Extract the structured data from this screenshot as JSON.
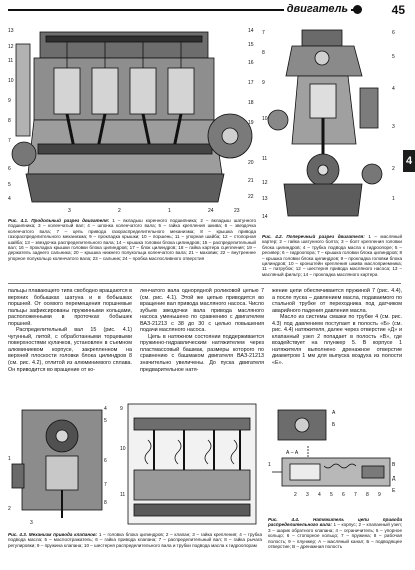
{
  "header": {
    "section": "двигатель",
    "page_number": "45",
    "chapter_tab": "4"
  },
  "fig_4_1": {
    "label": "Рис. 4.1. Продольный разрез двигателя:",
    "text": "1 – вкладыш коренного подшипника; 2 – вкладыш шатунного подшипника; 3 – коленчатый вал; 4 – шпонка коленчатого вала; 5 – гайка крепления шкива; 6 – звездочка коленчатого вала; 7 – цепь привода газораспределительного механизма; 8 – крышка привода газораспределительного механизма; 9 – прокладка крышки; 10 – поршень; 11 – упорная шайба; 12 – стопорная шайба; 13 – звездочка распределительного вала; 14 – крышка головки блока цилиндров; 15 – распределительный вал; 16 – прокладка крышки головки блока цилиндров; 17 – блок цилиндров; 18 – гайка картера сцепления; 19 – держатель заднего сальника; 20 – крышка нижнего полукольца коленчатого вала; 21 – маховик; 22 – внутреннее упорное полукольцо коленчатого вала; 23 – сальник; 24 – пробка маслосливного отверстия"
  },
  "fig_4_2": {
    "label": "Рис. 4.2. Поперечный разрез двигателя:",
    "text": "1 – масляный картер; 2 – гайка шатунного болта; 3 – болт крепления головки блока цилиндров; 4 – трубка подвода масла к гидроопоре; 5 – ресивер; 6 – гидроопора; 7 – крышка головки блока цилиндров; 8 – крышка головки блока цилиндров; 9 – прокладка головки блока цилиндров; 10 – кронштейн крепления шкива маслоприемника; 11 – патрубок; 12 – шестерня привода масляного насоса; 13 – масляный фильтр; 14 – прокладка масляного картера"
  },
  "fig_4_3": {
    "label": "Рис. 4.3. Механизм привода клапанов:",
    "text": "1 – головка блока цилиндров; 2 – клапан; 3 – гайка крепления; 4 – трубка подвода масла; 5 – маслоотражатель; 6 – гайка привода клапана; 7 – распределительный вал; 8 – гайка рычага регулировки; 9 – пружина клапана; 10 – шестерня распределительного вала и трубки подвода масла к гидроопорам"
  },
  "fig_4_4": {
    "label": "Рис. 4.4. Натяжитель цепи привода распределительного вала:",
    "text": "1 – корпус; 2 – клапанный узел; 3 – шарик обратного клапана; 4 – ограничитель; 5 – упорное кольцо; 6 – стопорное кольцо; 7 – пружина; 8 – рабочая полость; 9 – плунжер; А – масляный канал; Б – подводящее отверстие; В – дренажная полость"
  },
  "body": {
    "col1": [
      "пальцы плавающего типа свободно вращаются в верхних бобышках шатуна и в бобышках поршней. От осевого перемещения поршневые пальцы зафиксированы пружинными кольцами, расположенными в проточках бобышек поршней.",
      "Распределительный вал 15 (рис. 4.1) чугунный, литой, с обработанными торцевыми поверхностями кулачков, установлен в съемном алюминиевом корпусе, закрепленном на верхней плоскости головки блока цилиндров 8 (см. рис. 4.2), отлитой из алюминиевого сплава. Он приводится во вращение от ко-"
    ],
    "col2": [
      "ленчатого вала однорядной роликовой цепью 7 (см. рис. 4.1). Этой же цепью приводится во вращение вал привода масляного насоса. Число зубьев звездочки вала привода масляного насоса уменьшено по сравнению с двигателем ВАЗ-21213 с 38 до 30 с целью повышения подачи масляного насоса.",
      "Цепь в натяжном состоянии поддерживается пружинно-гидравлическим натяжителем через пластмассовый башмак, размеры которого по сравнению с башмаком двигателя ВАЗ-21213 значительно увеличены. До пуска двигателя предварительное натя-"
    ],
    "col3": [
      "жение цепи обеспечивается пружиной 7 (рис. 4.4), а после пуска – давлением масла, подаваемого по стальной трубке от переходника под датчиком аварийного падения давления масла.",
      "Масло из системы смазки по трубке 4 (см. рис. 4.3) под давлением поступает в полость «Б» (см. рис. 4.4) натяжителя, далее через отверстие «Д» и клапанный узел 2 попадает в полость «В», где воздействует на плунжер 5. В корпусе 1 натяжителя выполнено дренажное отверстие диаметром 1 мм для выпуска воздуха из полости «Е»."
    ]
  }
}
